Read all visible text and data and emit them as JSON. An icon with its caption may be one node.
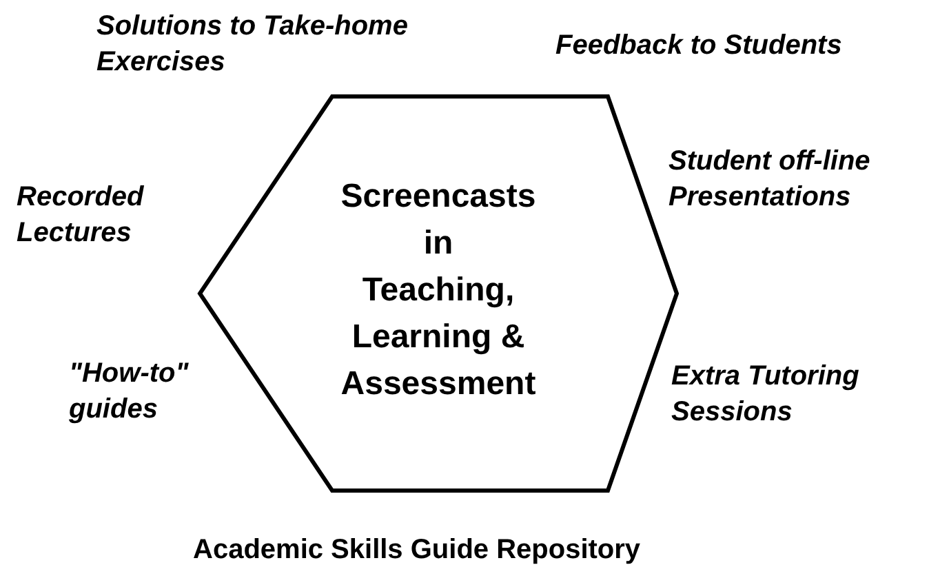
{
  "diagram": {
    "nodes": [
      {
        "text": [
          "Screencasts in Teaching, Learning & Assessment"
        ]
      }
    ],
    "edges": [],
    "labels": [
      "Solutions to Take-home Exercises",
      "Feedback to Students",
      "Student off-line Presentations",
      "Recorded Lectures",
      "Extra Tutoring Sessions",
      "\"How-to\" guides",
      "Academic Skills Guide Repository"
    ]
  }
}
